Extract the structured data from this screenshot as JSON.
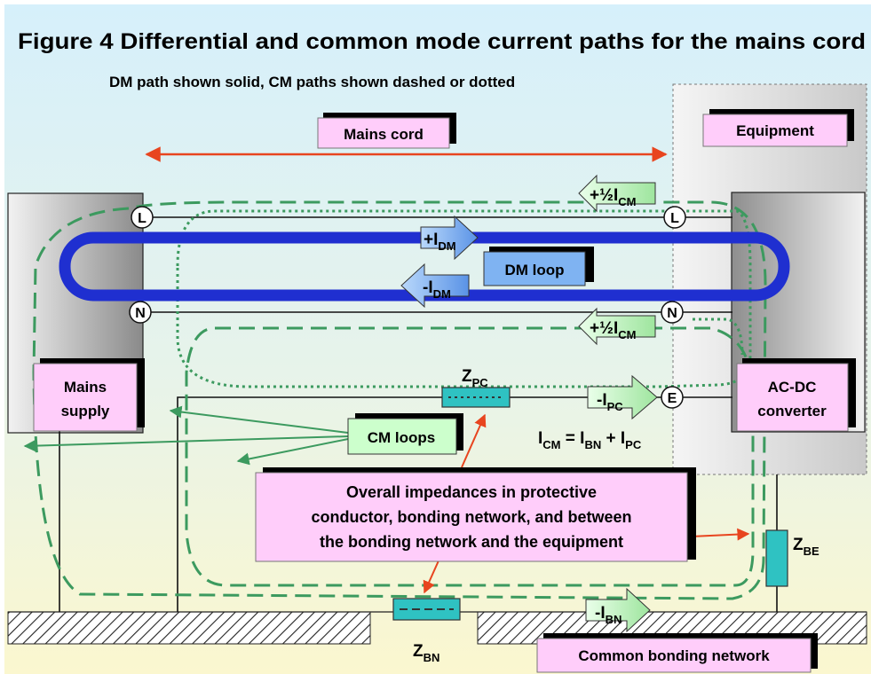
{
  "title": "Figure 4  Differential and common mode current paths for the mains cord",
  "subtitle": "DM path shown solid, CM paths shown dashed or dotted",
  "labels": {
    "mains_cord": "Mains cord",
    "equipment": "Equipment",
    "mains_supply_line1": "Mains",
    "mains_supply_line2": "supply",
    "acdc_line1": "AC-DC",
    "acdc_line2": "converter",
    "dm_loop": "DM loop",
    "cm_loops": "CM loops",
    "common_bonding": "Common bonding network",
    "note_line1": "Overall impedances in protective",
    "note_line2": "conductor, bonding network, and between",
    "note_line3": "the bonding network and the equipment"
  },
  "terminals": {
    "L": "L",
    "N": "N",
    "E": "E"
  },
  "currents": {
    "plus_idm": {
      "prefix": "+I",
      "sub": "DM"
    },
    "minus_idm": {
      "prefix": "-I",
      "sub": "DM"
    },
    "half_icm_top": {
      "prefix": "+½I",
      "sub": "CM"
    },
    "half_icm_bottom": {
      "prefix": "+½I",
      "sub": "CM"
    },
    "minus_ipc": {
      "prefix": "-I",
      "sub": "PC"
    },
    "minus_ibn": {
      "prefix": "-I",
      "sub": "BN"
    }
  },
  "impedances": {
    "zpc": {
      "prefix": "Z",
      "sub": "PC"
    },
    "zbn": {
      "prefix": "Z",
      "sub": "BN"
    },
    "zbe": {
      "prefix": "Z",
      "sub": "BE"
    }
  },
  "equation": {
    "a": "I",
    "a_sub": "CM",
    "eq": " = ",
    "b": "I",
    "b_sub": "BN",
    "plus": " + ",
    "c": "I",
    "c_sub": "PC"
  },
  "colors": {
    "dm_loop": "#1f2fd0",
    "cm_path": "#3c9a5f",
    "label_box": "#ffcdfa",
    "arrow_green": "#ccffcc",
    "arrow_blue": "#7fb3f2",
    "impedance": "#2fc2c2",
    "red_arrow": "#e8451f"
  }
}
